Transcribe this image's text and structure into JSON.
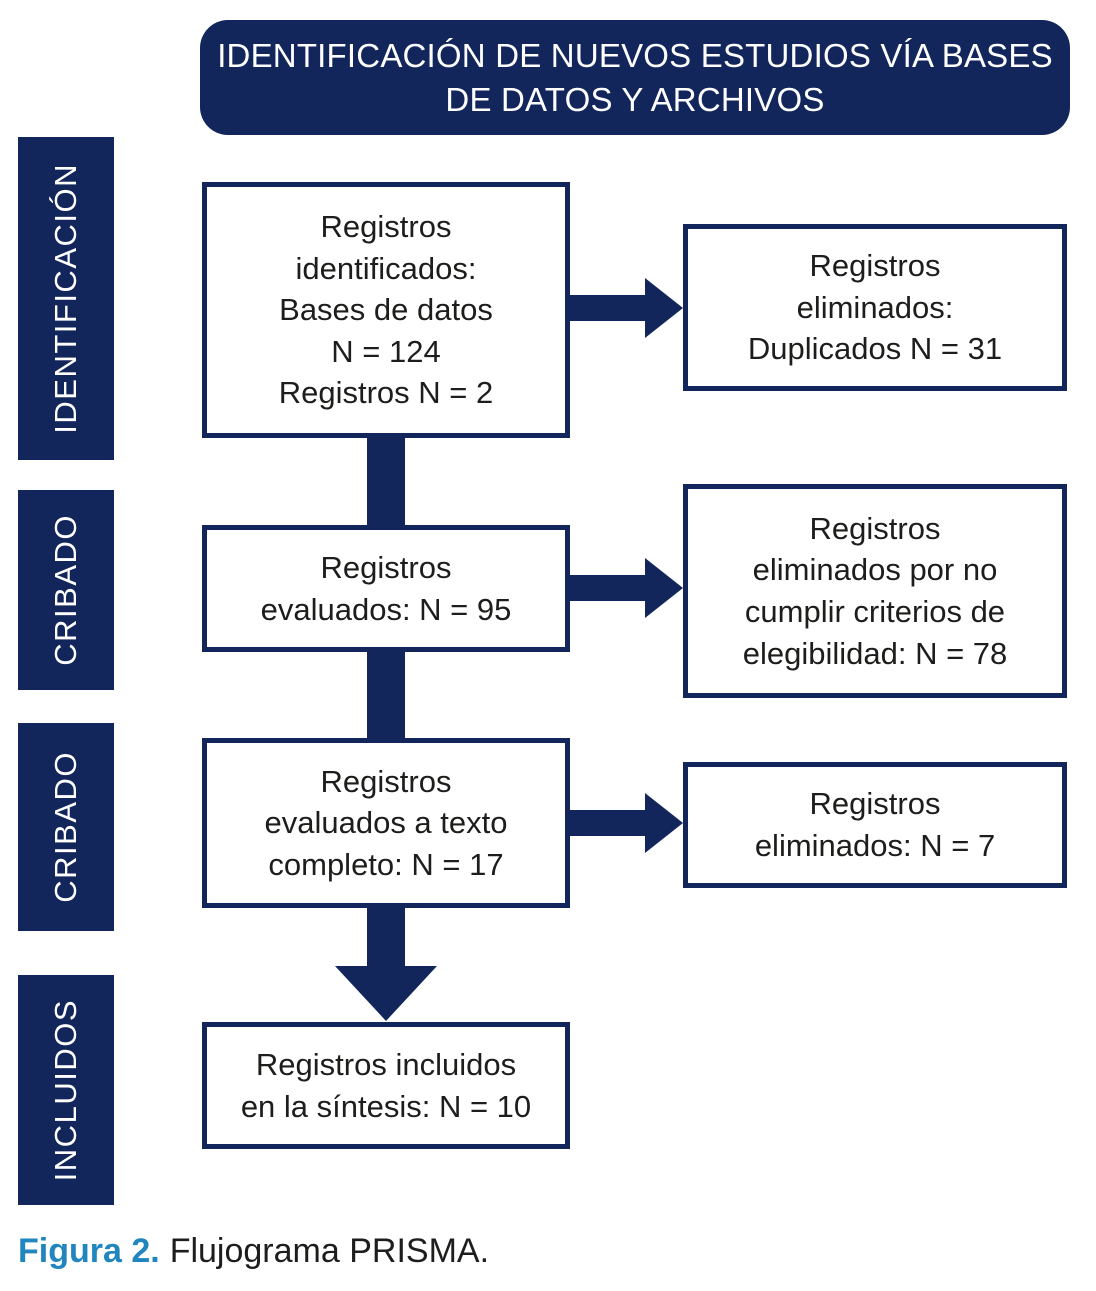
{
  "colors": {
    "navy": "#12265C",
    "caption_accent": "#2185BE",
    "text_dark": "#1D1D1B",
    "box_background": "#FFFFFF"
  },
  "header": {
    "title": "IDENTIFICACIÓN DE NUEVOS ESTUDIOS VÍA BASES\nDE DATOS Y ARCHIVOS"
  },
  "sidebar": {
    "stages": [
      {
        "label": "IDENTIFICACIÓN"
      },
      {
        "label": "CRIBADO"
      },
      {
        "label": "CRIBADO"
      },
      {
        "label": "INCLUIDOS"
      }
    ]
  },
  "flow": {
    "main": [
      {
        "text": "Registros\nidentificados:\nBases de datos\nN = 124\nRegistros N = 2"
      },
      {
        "text": "Registros\nevaluados: N = 95"
      },
      {
        "text": "Registros\nevaluados a texto\ncompleto: N = 17"
      },
      {
        "text": "Registros incluidos\nen la síntesis: N = 10"
      }
    ],
    "side": [
      {
        "text": "Registros\neliminados:\nDuplicados N = 31"
      },
      {
        "text": "Registros\neliminados por no\ncumplir criterios de\nelegibilidad: N = 78"
      },
      {
        "text": "Registros\neliminados: N = 7"
      }
    ]
  },
  "caption": {
    "label": "Figura 2.",
    "text": "Flujograma PRISMA."
  }
}
